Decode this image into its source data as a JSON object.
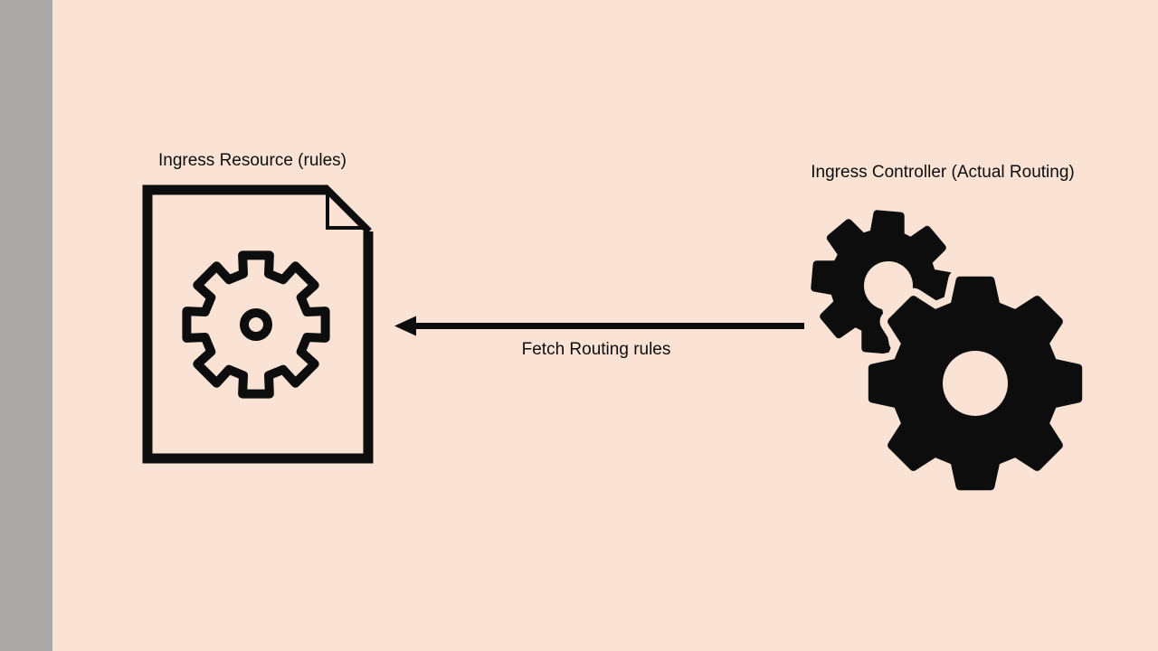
{
  "canvas": {
    "background_color": "#fae3d4",
    "sidebar_color": "#aba8a8",
    "ink_color": "#0d0d0d"
  },
  "diagram": {
    "resource": {
      "label": "Ingress Resource (rules)",
      "icon": "document-gear-icon"
    },
    "controller": {
      "label": "Ingress Controller (Actual Routing)",
      "icon": "gears-icon"
    },
    "flow": {
      "label": "Fetch Routing rules",
      "direction": "right-to-left",
      "arrow_icon": "left-arrow-icon"
    }
  }
}
